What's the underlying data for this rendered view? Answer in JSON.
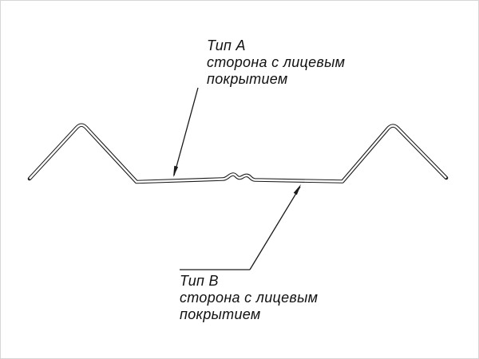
{
  "diagram": {
    "description": "profile-cross-section",
    "colors": {
      "line": "#1a1a1a",
      "background": "#ffffff"
    },
    "label_a": {
      "title": "Тип А",
      "line1": "сторона с лицевым",
      "line2": "покрытием"
    },
    "label_b": {
      "title": "Тип В",
      "line1": "сторона с лицевым",
      "line2": "покрытием"
    }
  }
}
